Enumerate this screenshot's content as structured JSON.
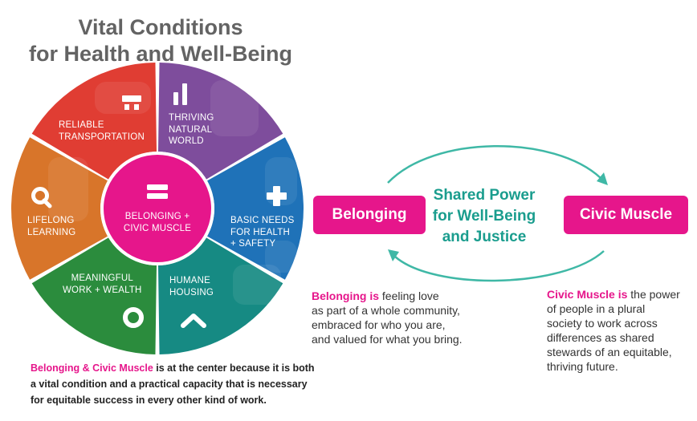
{
  "title": {
    "line1": "Vital Conditions",
    "line2": "for Health and Well-Being"
  },
  "wheel": {
    "segments": [
      {
        "key": "thriving",
        "lines": [
          "THRIVING",
          "NATURAL",
          "WORLD"
        ],
        "color": "#7e4d9c",
        "icon": "bar-chart-icon"
      },
      {
        "key": "basic",
        "lines": [
          "BASIC NEEDS",
          "FOR HEALTH",
          "+ SAFETY"
        ],
        "color": "#1f72b8",
        "icon": "plus-icon"
      },
      {
        "key": "housing",
        "lines": [
          "HUMANE",
          "HOUSING"
        ],
        "color": "#168a83",
        "icon": "house-chevron-icon"
      },
      {
        "key": "work",
        "lines": [
          "MEANINGFUL",
          "WORK + WEALTH"
        ],
        "color": "#2b8c3d",
        "icon": "ring-icon"
      },
      {
        "key": "learning",
        "lines": [
          "LIFELONG",
          "LEARNING"
        ],
        "color": "#d8752a",
        "icon": "magnifier-icon"
      },
      {
        "key": "transport",
        "lines": [
          "RELIABLE",
          "TRANSPORTATION"
        ],
        "color": "#e03d33",
        "icon": "bus-icon"
      }
    ],
    "center": {
      "lines": [
        "BELONGING +",
        "CIVIC MUSCLE"
      ],
      "color": "#e6168b",
      "icon": "equals-icon"
    }
  },
  "cycle": {
    "left_pill": "Belonging",
    "right_pill": "Civic Muscle",
    "center_lines": [
      "Shared Power",
      "for Well-Being",
      "and Justice"
    ],
    "arrow_color": "#3fb8a6",
    "pill_color": "#e6168b"
  },
  "belonging_def": {
    "keyword": "Belonging is",
    "lines": [
      " feeling love",
      "as part of a whole community,",
      "embraced for who you are,",
      "and valued for what you bring."
    ]
  },
  "civic_def": {
    "keyword": "Civic Muscle is",
    "lines": [
      " the power",
      "of people in a plural",
      "society to work across",
      "differences as shared",
      "stewards of an equitable,",
      "thriving future."
    ]
  },
  "footer": {
    "keyword": "Belonging & Civic Muscle",
    "lines": [
      " is at the center because it is both",
      "a vital condition and a practical capacity that is necessary",
      "for equitable success in every other kind of work."
    ]
  }
}
